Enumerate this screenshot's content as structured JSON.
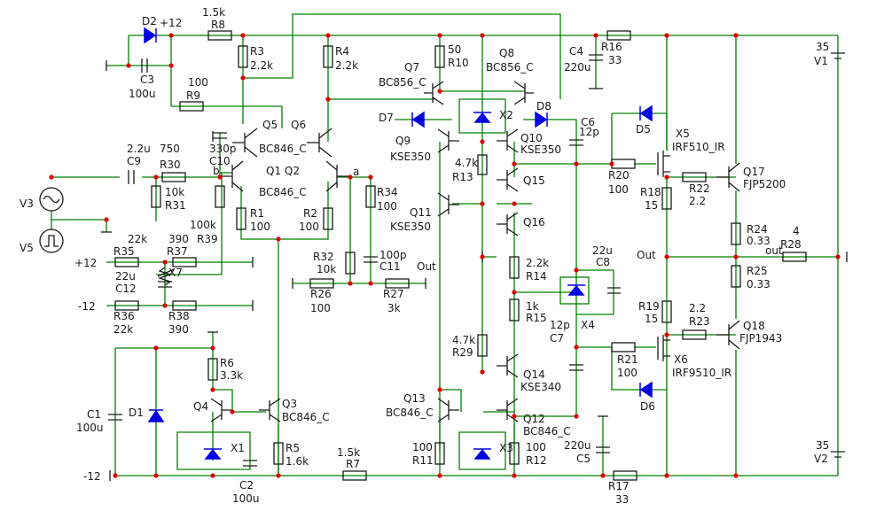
{
  "parts": {
    "D2": "D2",
    "P12a": "+12",
    "R8": "R8",
    "R8v": "1.5k",
    "R3": "R3",
    "R3v": "2.2k",
    "R4": "R4",
    "R4v": "2.2k",
    "R10v": "50",
    "R10": "R10",
    "Q8": "Q8",
    "Q8t": "BC856_C",
    "Q7": "Q7",
    "Q7t": "BC856_C",
    "C4": "C4",
    "C4v": "220u",
    "R16": "R16",
    "R16v": "33",
    "V1v": "35",
    "V1": "V1",
    "C3": "C3",
    "C3v": "100u",
    "R9v": "100",
    "R9": "R9",
    "D7": "D7",
    "X2": "X2",
    "D8": "D8",
    "C6": "C6",
    "C6v": "12p",
    "D5": "D5",
    "X5": "X5",
    "X5t": "IRF510_IR",
    "Q5": "Q5",
    "Q6": "Q6",
    "Q56t": "BC846_C",
    "C10v": "330p",
    "C10": "C10",
    "C9v": "2.2u",
    "C9": "C9",
    "R30v": "750",
    "R30": "R30",
    "Q9": "Q9",
    "Q9t": "KSE350",
    "Q10": "Q10",
    "Q10t": "KSE350",
    "R13v": "4.7k",
    "R13": "R13",
    "R20": "R20",
    "R20v": "100",
    "Q17": "Q17",
    "Q17t": "FJP5200",
    "R22": "R22",
    "R22v": "2.2",
    "R18": "R18",
    "R18v": "15",
    "Q1Q2": "Q1  Q2",
    "Q12t": "BC846_C",
    "na": "a",
    "nb": "b",
    "R31v": "10k",
    "R31": "R31",
    "V3": "V3",
    "V5": "V5",
    "Q15": "Q15",
    "R34": "R34",
    "R34v": "100",
    "Q11": "Q11",
    "Q11t": "KSE350",
    "R1": "R1",
    "R1v": "100",
    "R2": "R2",
    "R2v": "100",
    "Q16": "Q16",
    "R24": "R24",
    "R24v": "0.33",
    "R28v": "4",
    "R28": "R28",
    "outlbl": "out",
    "R39v": "100k",
    "R35v": "22k",
    "R37v": "390",
    "R39": "R39",
    "R35": "R35",
    "R37": "R37",
    "P12b": "+12",
    "C8v": "22u",
    "C8": "C8",
    "Outa": "Out",
    "Outb": "Out",
    "X7": "X7",
    "C12v": "22u",
    "C12": "C12",
    "R32": "R32",
    "R32v": "10k",
    "C11v": "100p",
    "C11": "C11",
    "R14v": "2.2k",
    "R14": "R14",
    "R25": "R25",
    "R25v": "0.33",
    "R26": "R26",
    "R26v": "100",
    "R27": "R27",
    "R27v": "3k",
    "N12b": "-12",
    "R36": "R36",
    "R36v": "22k",
    "R38": "R38",
    "R38v": "390",
    "R15v": "1k",
    "R15": "R15",
    "X4": "X4",
    "C7v": "12p",
    "C7": "C7",
    "R19": "R19",
    "R19v": "15",
    "R23v": "2.2",
    "R23": "R23",
    "Q18": "Q18",
    "Q18t": "FJP1943",
    "R6": "R6",
    "R6v": "3.3k",
    "R29v": "4.7k",
    "R29": "R29",
    "R21": "R21",
    "R21v": "100",
    "X6": "X6",
    "X6t": "IRF9510_IR",
    "Q14": "Q14",
    "Q14t": "KSE340",
    "C1": "C1",
    "C1v": "100u",
    "D1": "D1",
    "Q4": "Q4",
    "Q3": "Q3",
    "Q3t": "BC846_C",
    "D6": "D6",
    "Q13": "Q13",
    "Q13t": "BC846_C",
    "Q12": "Q12",
    "Q12t2": "BC846_C",
    "X1": "X1",
    "R5": "R5",
    "R5v": "1.6k",
    "R11v": "100",
    "R11": "R11",
    "X3": "X3",
    "R12v": "100",
    "R12": "R12",
    "C5v": "220u",
    "C5": "C5",
    "V2v": "35",
    "V2": "V2",
    "N12c": "-12",
    "R7v": "1.5k",
    "R7": "R7",
    "C2": "C2",
    "C2v": "100u",
    "R17": "R17",
    "R17v": "33"
  },
  "colors": {
    "wire": "#008000",
    "component": "#1a1a1a",
    "diode": "#0000e0",
    "junction": "#e00000"
  }
}
